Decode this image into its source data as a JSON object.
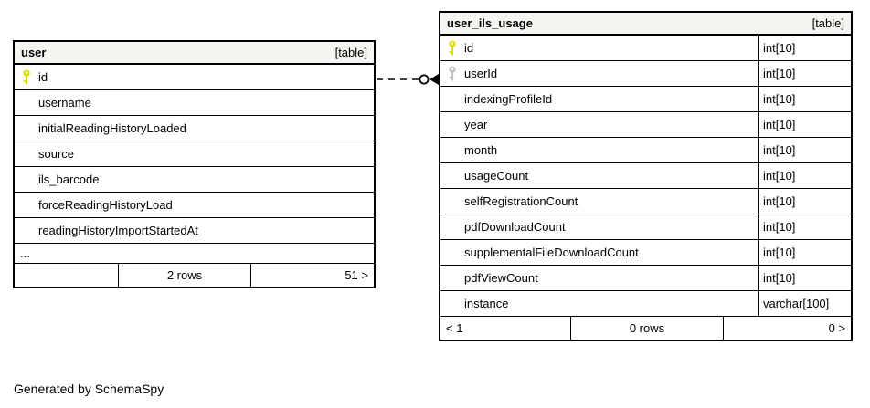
{
  "page": {
    "footer_text": "Generated by SchemaSpy"
  },
  "colors": {
    "primary_key": "#dadd00",
    "foreign_key": "#c0c0c0",
    "header_bg": "#f5f5f2",
    "border": "#000000"
  },
  "tables": [
    {
      "name": "user",
      "badge": "[table]",
      "columns": [
        {
          "name": "id",
          "key": "primary"
        },
        {
          "name": "username"
        },
        {
          "name": "initialReadingHistoryLoaded"
        },
        {
          "name": "source"
        },
        {
          "name": "ils_barcode"
        },
        {
          "name": "forceReadingHistoryLoad"
        },
        {
          "name": "readingHistoryImportStartedAt"
        },
        {
          "name": "...",
          "ellipsis": true
        }
      ],
      "footer": {
        "left": "",
        "center": "2 rows",
        "right": "51 >"
      }
    },
    {
      "name": "user_ils_usage",
      "badge": "[table]",
      "columns": [
        {
          "name": "id",
          "key": "primary",
          "type": "int[10]"
        },
        {
          "name": "userId",
          "key": "foreign",
          "type": "int[10]"
        },
        {
          "name": "indexingProfileId",
          "type": "int[10]"
        },
        {
          "name": "year",
          "type": "int[10]"
        },
        {
          "name": "month",
          "type": "int[10]"
        },
        {
          "name": "usageCount",
          "type": "int[10]"
        },
        {
          "name": "selfRegistrationCount",
          "type": "int[10]"
        },
        {
          "name": "pdfDownloadCount",
          "type": "int[10]"
        },
        {
          "name": "supplementalFileDownloadCount",
          "type": "int[10]"
        },
        {
          "name": "pdfViewCount",
          "type": "int[10]"
        },
        {
          "name": "instance",
          "type": "varchar[100]"
        }
      ],
      "footer": {
        "left": "< 1",
        "center": "0 rows",
        "right": "0 >"
      }
    }
  ],
  "relationship": {
    "from": "user.id",
    "to": "user_ils_usage.userId",
    "line_style": "dashed",
    "end_style": "open-circle-arrow"
  }
}
